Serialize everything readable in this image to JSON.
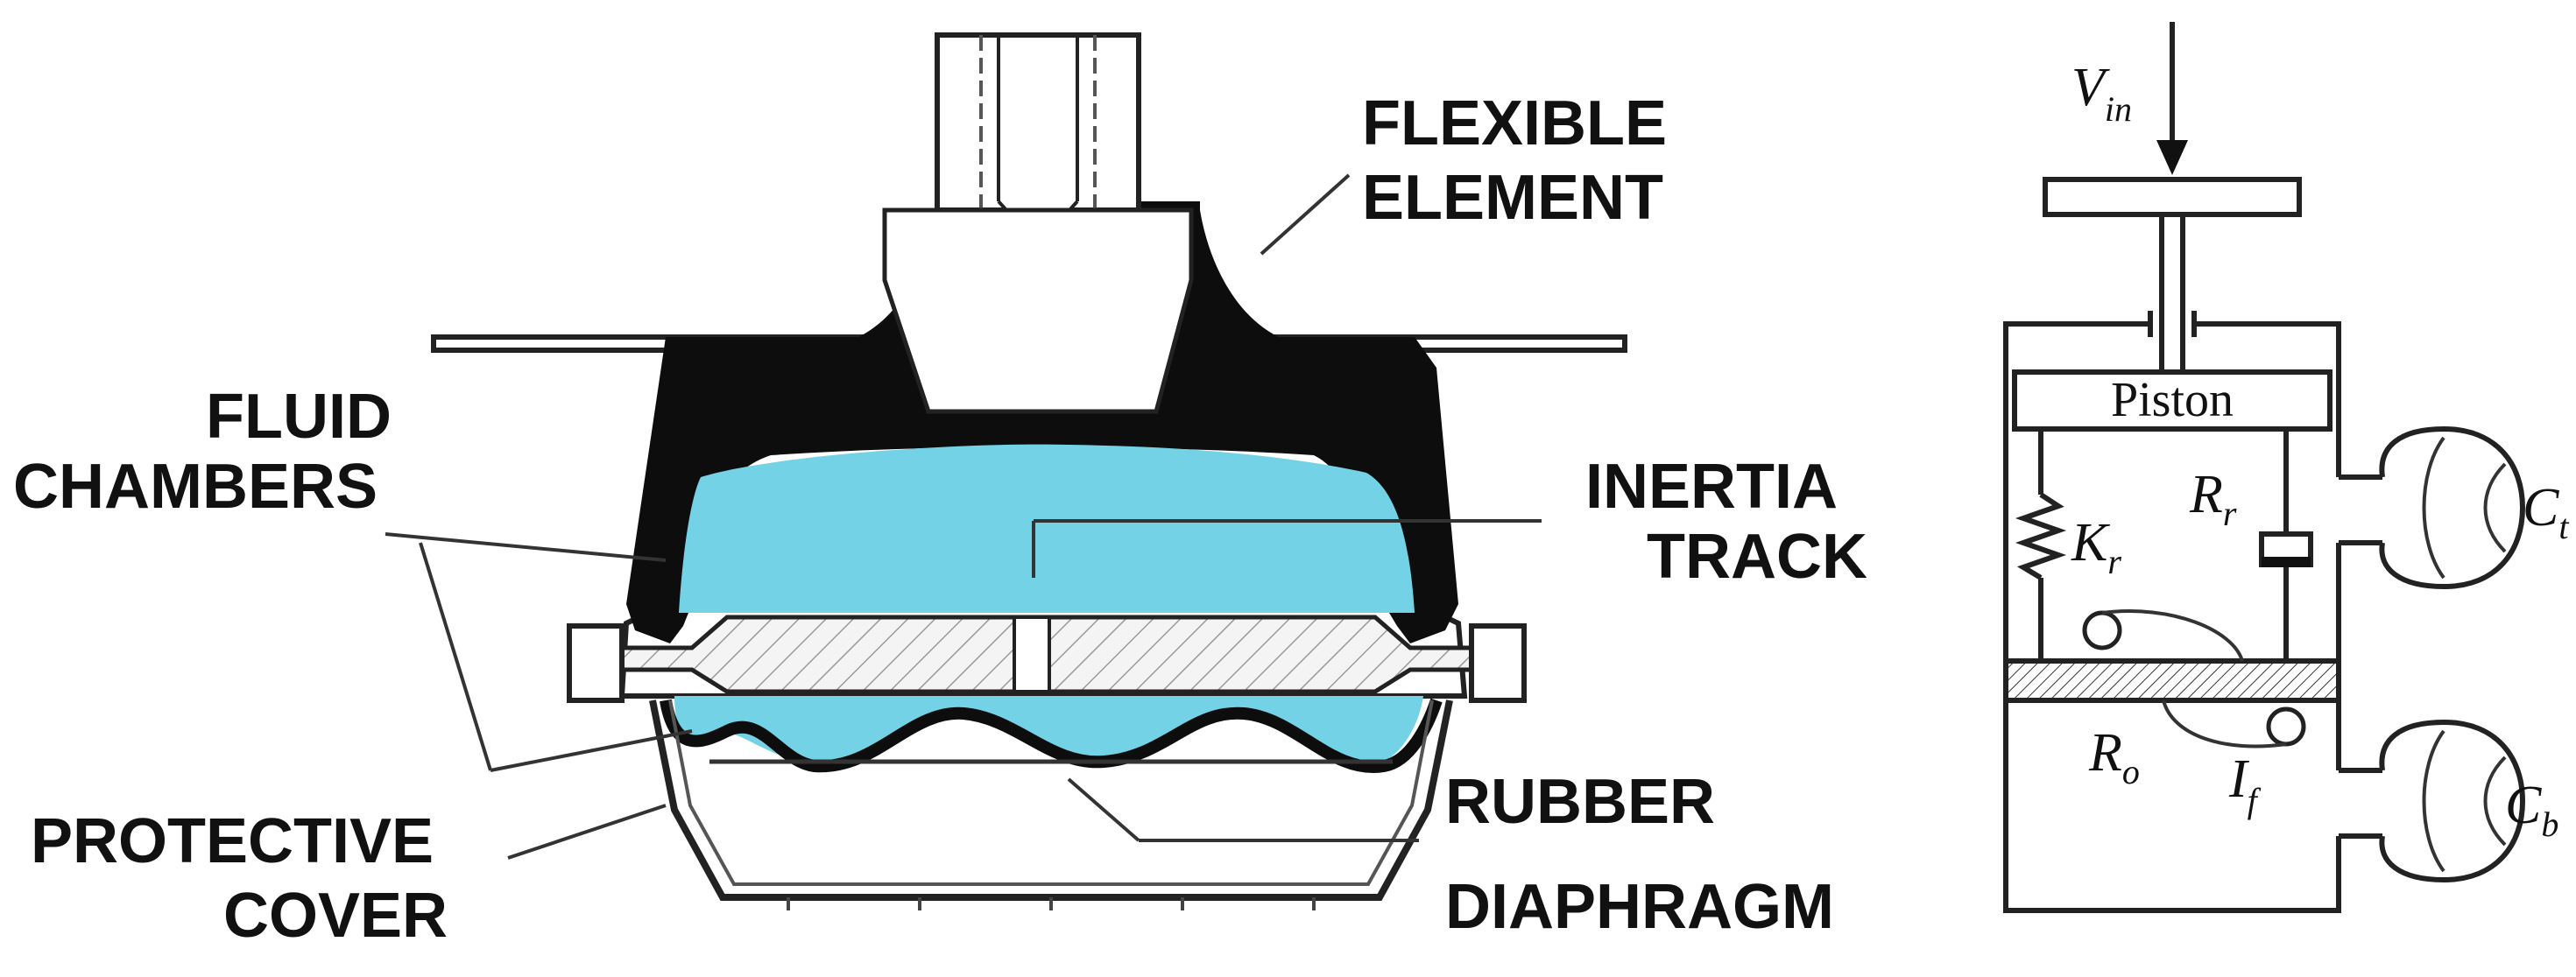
{
  "mount_labels": {
    "flexible_element": [
      "FLEXIBLE",
      "ELEMENT"
    ],
    "fluid_chambers": [
      "FLUID",
      "CHAMBERS"
    ],
    "inertia_track": [
      "INERTIA",
      "TRACK"
    ],
    "protective_cover": [
      "PROTECTIVE",
      "COVER"
    ],
    "rubber_diaphragm": [
      "RUBBER",
      "DIAPHRAGM"
    ]
  },
  "model_labels": {
    "input": {
      "main": "V",
      "sub": "in"
    },
    "piston": "Piston",
    "kr": {
      "main": "K",
      "sub": "r"
    },
    "rr": {
      "main": "R",
      "sub": "r"
    },
    "ro": {
      "main": "R",
      "sub": "o"
    },
    "if": {
      "main": "I",
      "sub": "f"
    },
    "ct": {
      "main": "C",
      "sub": "t"
    },
    "cb": {
      "main": "C",
      "sub": "b"
    }
  },
  "colors": {
    "fluid": "#74d2e6",
    "rubber": "#0d0d0d",
    "outline": "#222222"
  }
}
